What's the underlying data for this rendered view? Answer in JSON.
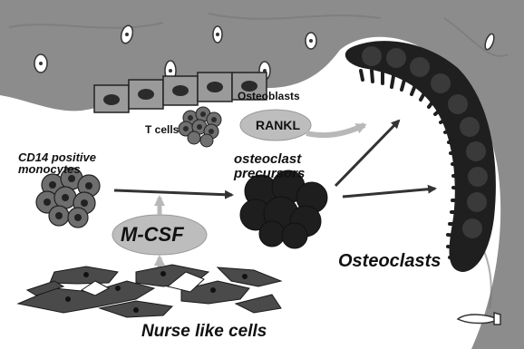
{
  "diagram": {
    "labels": {
      "osteoblasts": "Osteoblasts",
      "t_cells": "T cells",
      "rankl": "RANKL",
      "cd14_line1": "CD14 positive",
      "cd14_line2": "monocytes",
      "precursor_line1": "osteoclast",
      "precursor_line2": "precursors",
      "mcsf": "M-CSF",
      "osteoclasts": "Osteoclasts",
      "nurse_cells": "Nurse like cells"
    },
    "colors": {
      "bone": "#8c8c8c",
      "bone_cell": "#ffffff",
      "cell_dark": "#2b2b2b",
      "cell_mid": "#5a5a5a",
      "ellipse_fill": "#bdbdbd",
      "arrow_dark": "#333333",
      "arrow_light": "#b8b8b8"
    }
  }
}
